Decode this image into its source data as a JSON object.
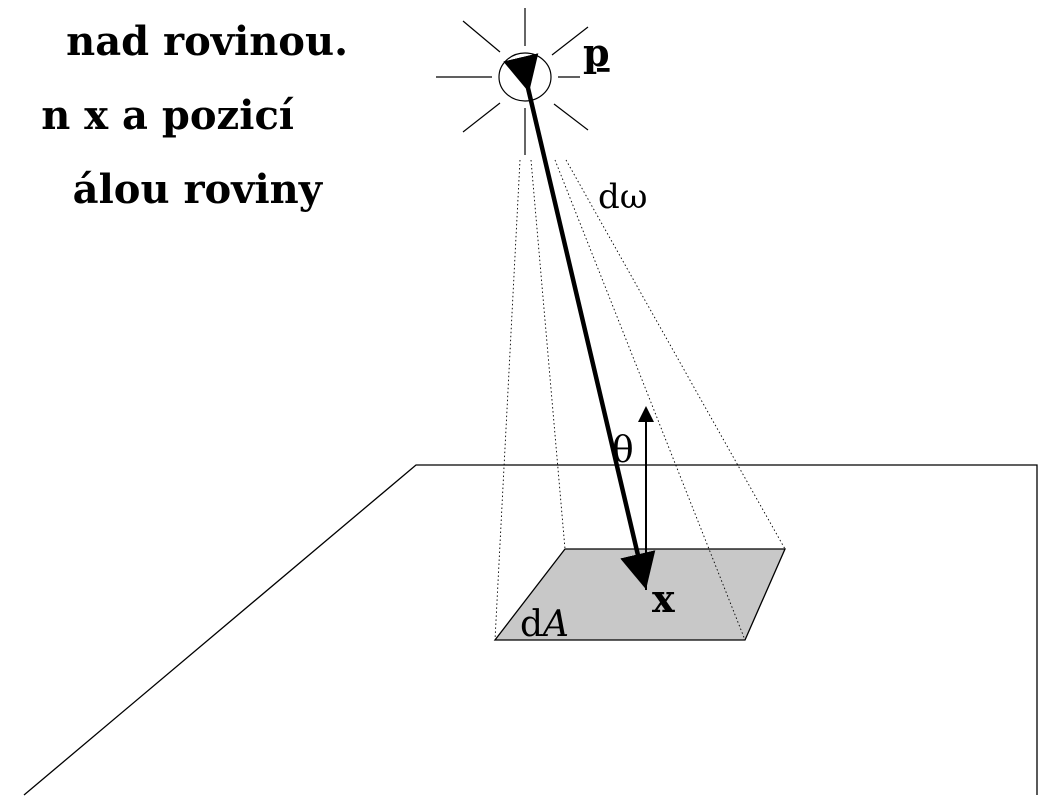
{
  "text": {
    "line1": "nad rovinou.",
    "line2_prefix": "n ",
    "line2_bold": "x",
    "line2_suffix": " a pozicí",
    "line3": "álou roviny"
  },
  "labels": {
    "light_point": "p",
    "solid_angle": "dω",
    "angle": "θ",
    "surface_point": "x",
    "area_d": "d",
    "area_a": "A"
  },
  "colors": {
    "patch_fill": "#c8c8c8",
    "line": "#000000",
    "background": "#ffffff"
  }
}
